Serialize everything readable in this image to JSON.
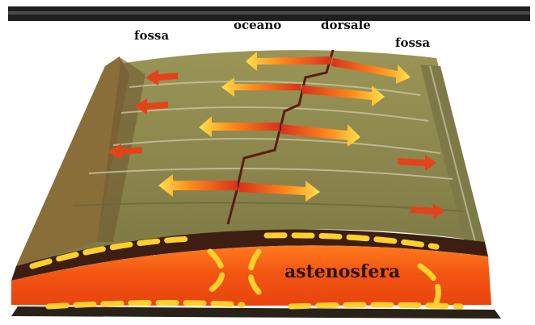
{
  "labels": {
    "fossa_left": "fossa",
    "oceano": "oceano",
    "dorsale": "dorsale",
    "fossa_right": "fossa",
    "astenosfera": "astenosfera"
  },
  "colors": {
    "plate": "#8e8a4e",
    "plate_dark": "#6f6a38",
    "crust_edge": "#3c1f12",
    "mantle": "#ef5a16",
    "mantle_light": "#ffa21a",
    "arrow_core": "#e03a12",
    "arrow_light": "#ffd036",
    "ridge": "#5a1e10",
    "top_bar": "#222222"
  },
  "icons": {
    "arrows": "spreading-arrow-icon",
    "convection": "convection-arrow-icon"
  }
}
